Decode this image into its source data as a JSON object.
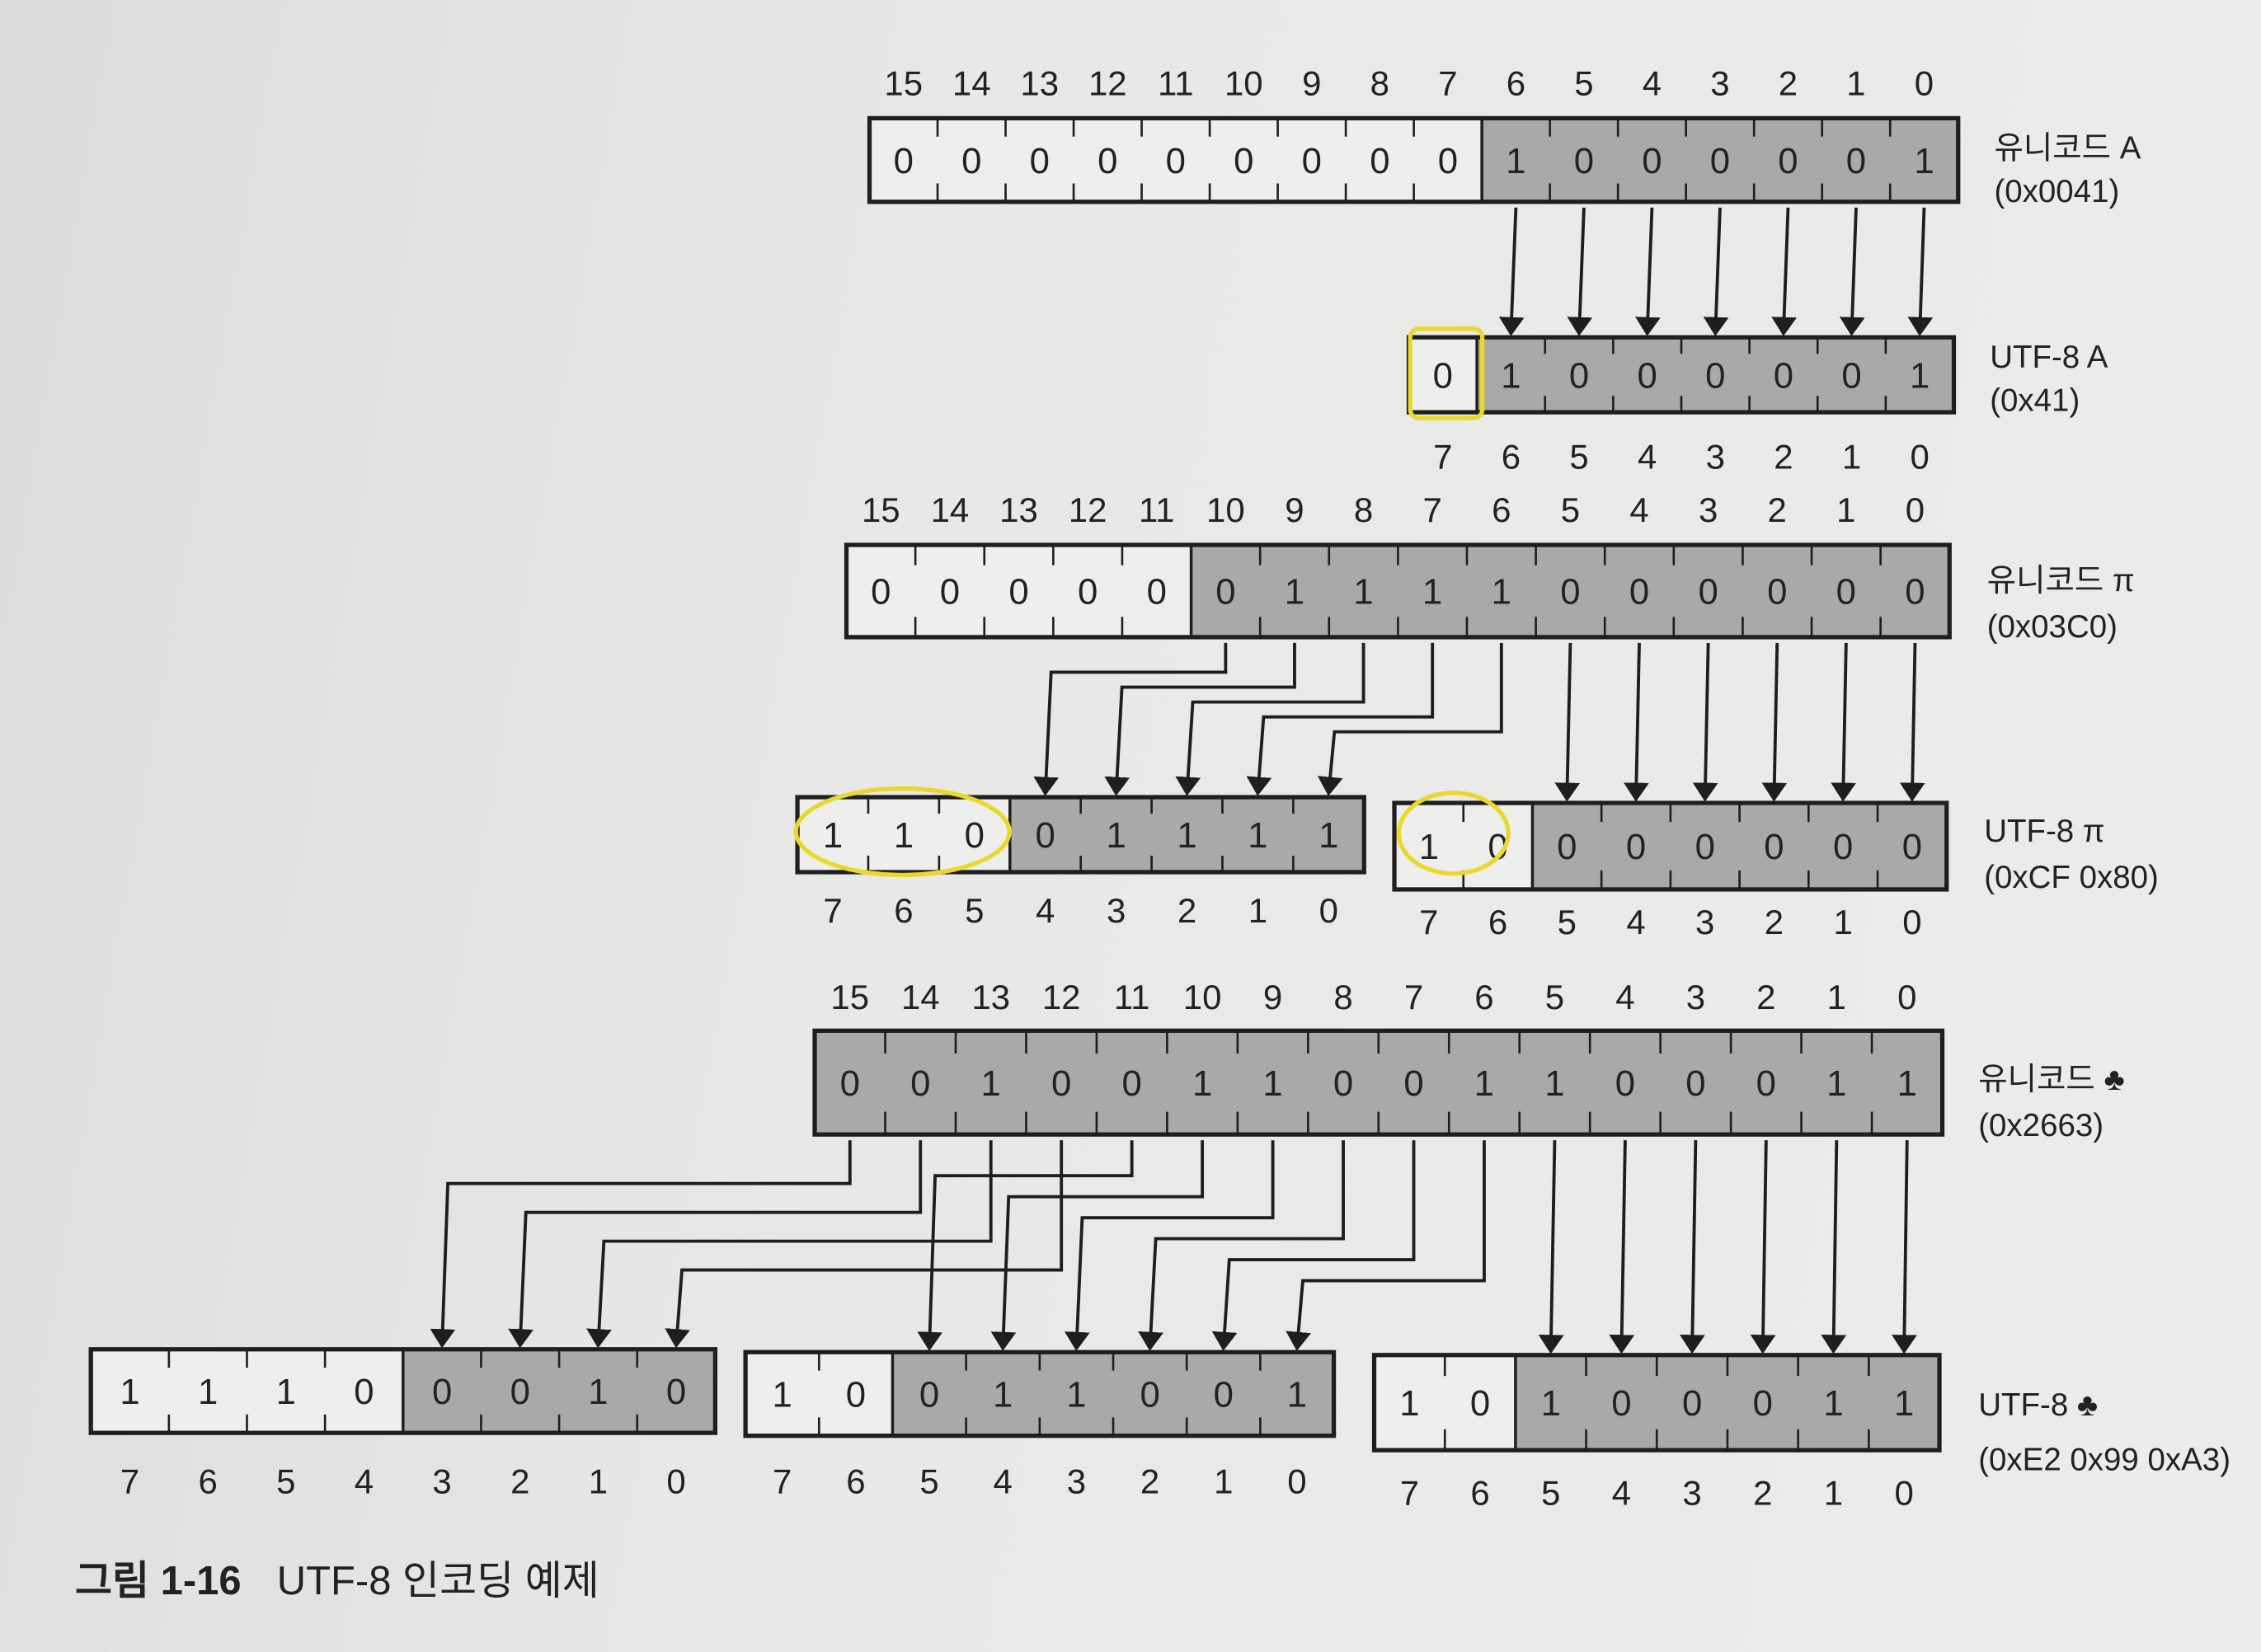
{
  "registers": {
    "unicode_a": {
      "bits": "0000000001000001",
      "shaded_from": 9,
      "index_labels": [
        "15",
        "14",
        "13",
        "12",
        "11",
        "10",
        "9",
        "8",
        "7",
        "6",
        "5",
        "4",
        "3",
        "2",
        "1",
        "0"
      ],
      "label": "유니코드 A",
      "code": "(0x0041)"
    },
    "utf8_a": {
      "bits": "01000001",
      "shaded_from": 1,
      "index_labels": [
        "7",
        "6",
        "5",
        "4",
        "3",
        "2",
        "1",
        "0"
      ],
      "label": "UTF-8 A",
      "code": "(0x41)"
    },
    "unicode_pi": {
      "bits": "0000001111000000",
      "shaded_from": 5,
      "index_labels": [
        "15",
        "14",
        "13",
        "12",
        "11",
        "10",
        "9",
        "8",
        "7",
        "6",
        "5",
        "4",
        "3",
        "2",
        "1",
        "0"
      ],
      "label": "유니코드 π",
      "code": "(0x03C0)"
    },
    "utf8_pi_1": {
      "bits": "11001111",
      "shaded_from": 3,
      "index_labels": [
        "7",
        "6",
        "5",
        "4",
        "3",
        "2",
        "1",
        "0"
      ]
    },
    "utf8_pi_2": {
      "bits": "10000000",
      "shaded_from": 2,
      "index_labels": [
        "7",
        "6",
        "5",
        "4",
        "3",
        "2",
        "1",
        "0"
      ],
      "label": "UTF-8 π",
      "code": "(0xCF 0x80)"
    },
    "unicode_club": {
      "bits": "0010011001100011",
      "shaded_from": 0,
      "index_labels": [
        "15",
        "14",
        "13",
        "12",
        "11",
        "10",
        "9",
        "8",
        "7",
        "6",
        "5",
        "4",
        "3",
        "2",
        "1",
        "0"
      ],
      "label": "유니코드 ♣",
      "code": "(0x2663)"
    },
    "utf8_club_1": {
      "bits": "11100010",
      "shaded_from": 4,
      "index_labels": [
        "7",
        "6",
        "5",
        "4",
        "3",
        "2",
        "1",
        "0"
      ]
    },
    "utf8_club_2": {
      "bits": "10011001",
      "shaded_from": 2,
      "index_labels": [
        "7",
        "6",
        "5",
        "4",
        "3",
        "2",
        "1",
        "0"
      ]
    },
    "utf8_club_3": {
      "bits": "10100011",
      "shaded_from": 2,
      "index_labels": [
        "7",
        "6",
        "5",
        "4",
        "3",
        "2",
        "1",
        "0"
      ],
      "label": "UTF-8 ♣",
      "code": "(0xE2 0x99 0xA3)"
    }
  },
  "mappings": [
    {
      "from": "unicode_a",
      "from_bits": [
        6,
        5,
        4,
        3,
        2,
        1,
        0
      ],
      "to": "utf8_a",
      "to_bits": [
        6,
        5,
        4,
        3,
        2,
        1,
        0
      ]
    },
    {
      "from": "unicode_pi",
      "from_bits": [
        10,
        9,
        8,
        7,
        6
      ],
      "to": "utf8_pi_1",
      "to_bits": [
        4,
        3,
        2,
        1,
        0
      ]
    },
    {
      "from": "unicode_pi",
      "from_bits": [
        5,
        4,
        3,
        2,
        1,
        0
      ],
      "to": "utf8_pi_2",
      "to_bits": [
        5,
        4,
        3,
        2,
        1,
        0
      ]
    },
    {
      "from": "unicode_club",
      "from_bits": [
        15,
        14,
        13,
        12
      ],
      "to": "utf8_club_1",
      "to_bits": [
        3,
        2,
        1,
        0
      ]
    },
    {
      "from": "unicode_club",
      "from_bits": [
        11,
        10,
        9,
        8,
        7,
        6
      ],
      "to": "utf8_club_2",
      "to_bits": [
        5,
        4,
        3,
        2,
        1,
        0
      ]
    },
    {
      "from": "unicode_club",
      "from_bits": [
        5,
        4,
        3,
        2,
        1,
        0
      ],
      "to": "utf8_club_3",
      "to_bits": [
        5,
        4,
        3,
        2,
        1,
        0
      ]
    }
  ],
  "caption": {
    "number": "그림 1-16",
    "title": "UTF-8 인코딩 예제"
  },
  "colors": {
    "shaded": "#a9a9a7",
    "paper": "#e8e8e6",
    "highlight": "#e8d92a",
    "ink": "#1e1e1e"
  }
}
